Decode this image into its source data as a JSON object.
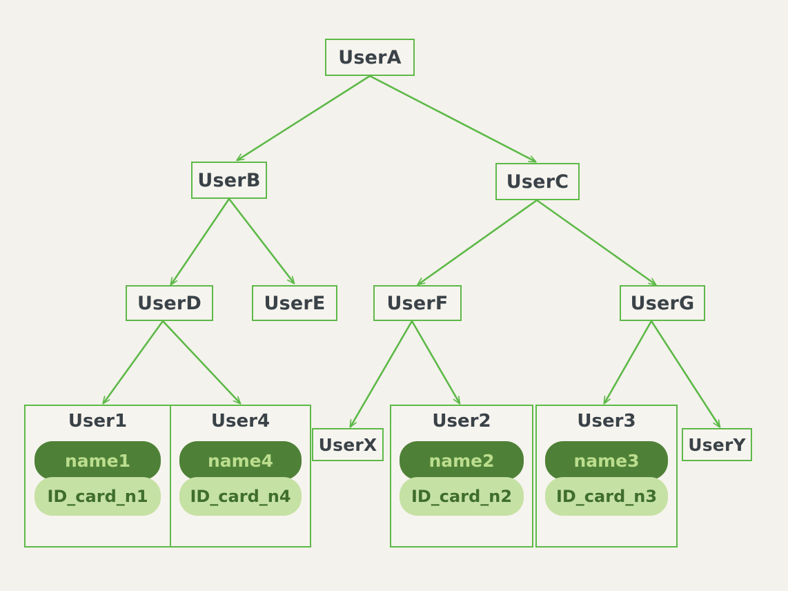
{
  "diagram": {
    "type": "tree",
    "background_color": "#f4f2ec",
    "edge_color": "#5cb947",
    "node_border_color": "#5cb947",
    "node_fill_color": "#f6f4ee",
    "node_text_color": "#3a4248",
    "pill_dark_color": "#4e8137",
    "pill_dark_text_color": "#bcdd8e",
    "pill_light_color": "#c6e1a4",
    "pill_light_text_color": "#3f6e2c",
    "nodes": {
      "userA": {
        "label": "UserA"
      },
      "userB": {
        "label": "UserB"
      },
      "userC": {
        "label": "UserC"
      },
      "userD": {
        "label": "UserD"
      },
      "userE": {
        "label": "UserE"
      },
      "userF": {
        "label": "UserF"
      },
      "userG": {
        "label": "UserG"
      },
      "userX": {
        "label": "UserX"
      },
      "userY": {
        "label": "UserY"
      },
      "user1": {
        "title": "User1",
        "name": "name1",
        "id_card": "ID_card_n1"
      },
      "user2": {
        "title": "User2",
        "name": "name2",
        "id_card": "ID_card_n2"
      },
      "user3": {
        "title": "User3",
        "name": "name3",
        "id_card": "ID_card_n3"
      },
      "user4": {
        "title": "User4",
        "name": "name4",
        "id_card": "ID_card_n4"
      }
    },
    "edges": [
      {
        "from": "UserA",
        "to": "UserB"
      },
      {
        "from": "UserA",
        "to": "UserC"
      },
      {
        "from": "UserB",
        "to": "UserD"
      },
      {
        "from": "UserB",
        "to": "UserE"
      },
      {
        "from": "UserC",
        "to": "UserF"
      },
      {
        "from": "UserC",
        "to": "UserG"
      },
      {
        "from": "UserD",
        "to": "User1"
      },
      {
        "from": "UserD",
        "to": "User4"
      },
      {
        "from": "UserF",
        "to": "UserX"
      },
      {
        "from": "UserF",
        "to": "User2"
      },
      {
        "from": "UserG",
        "to": "User3"
      },
      {
        "from": "UserG",
        "to": "UserY"
      }
    ]
  }
}
